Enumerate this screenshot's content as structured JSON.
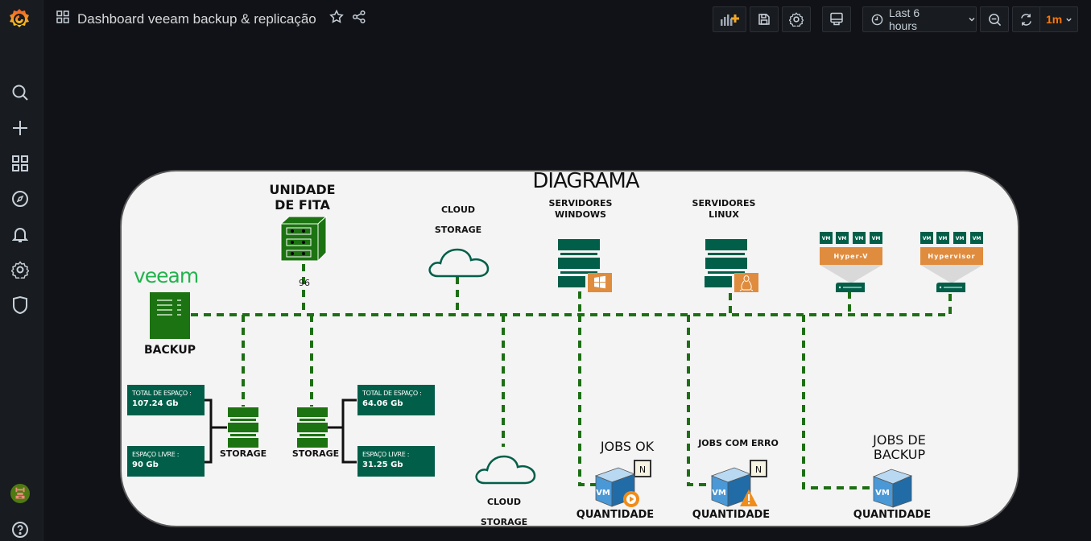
{
  "app": {
    "title": "Dashboard veeam backup & replicação"
  },
  "sidebar": {
    "items": [
      {
        "name": "search",
        "icon": "search-icon"
      },
      {
        "name": "create",
        "icon": "plus-icon"
      },
      {
        "name": "dashboards",
        "icon": "grid-icon"
      },
      {
        "name": "explore",
        "icon": "compass-icon"
      },
      {
        "name": "alerting",
        "icon": "bell-icon"
      },
      {
        "name": "configuration",
        "icon": "gear-icon"
      },
      {
        "name": "server-admin",
        "icon": "shield-icon"
      }
    ],
    "bottom": [
      {
        "name": "profile",
        "icon": "avatar"
      },
      {
        "name": "help",
        "icon": "help-icon"
      }
    ]
  },
  "toolbar": {
    "time_range": "Last 6 hours",
    "refresh_interval": "1m",
    "accent_color": "#ff780a"
  },
  "diagram": {
    "title": "DIAGRAMA",
    "tape_unit": {
      "label_line1": "UNIDADE",
      "label_line2": "DE FITA",
      "value": "96"
    },
    "veeam": {
      "logo_text": "veeam",
      "label": "BACKUP"
    },
    "cloud_top": {
      "line1": "CLOUD",
      "line2": "STORAGE"
    },
    "cloud_bottom": {
      "line1": "CLOUD",
      "line2": "STORAGE"
    },
    "servers_windows": {
      "line1": "SERVIDORES",
      "line2": "WINDOWS"
    },
    "servers_linux": {
      "line1": "SERVIDORES",
      "line2": "LINUX"
    },
    "hyperv": {
      "label": "Hyper-V",
      "vm_label": "VM"
    },
    "hypervisor": {
      "label": "Hypervisor",
      "vm_label": "VM"
    },
    "storage_left": {
      "label": "STORAGE",
      "total_label": "TOTAL DE ESPAÇO :",
      "total_value": "107.24 Gb",
      "free_label": "ESPAÇO LIVRE :",
      "free_value": "90 Gb"
    },
    "storage_right": {
      "label": "STORAGE",
      "total_label": "TOTAL DE ESPAÇO :",
      "total_value": "64.06 Gb",
      "free_label": "ESPAÇO LIVRE :",
      "free_value": "31.25 Gb"
    },
    "jobs_ok": {
      "title": "JOBS OK",
      "label": "QUANTIDADE",
      "badge": "N",
      "vm": "VM"
    },
    "jobs_error": {
      "title": "JOBS COM ERRO",
      "label": "QUANTIDADE",
      "badge": "N",
      "vm": "VM"
    },
    "jobs_backup": {
      "title_line1": "JOBS DE",
      "title_line2": "BACKUP",
      "label": "QUANTIDADE",
      "vm": "VM"
    },
    "colors": {
      "line_green": "#1d6f14",
      "dark_green": "#015f49",
      "veeam_green": "#1c7311",
      "orange": "#e08c3e",
      "vm_blue": "#3f8fd0"
    }
  }
}
